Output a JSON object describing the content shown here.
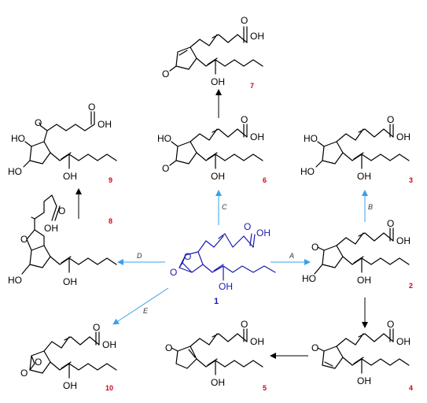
{
  "atoms": {
    "oh": "OH",
    "ho": "HO",
    "o": "O"
  },
  "compounds": [
    {
      "id": "c1",
      "label": "1"
    },
    {
      "id": "c2",
      "label": "2"
    },
    {
      "id": "c3",
      "label": "3"
    },
    {
      "id": "c4",
      "label": "4"
    },
    {
      "id": "c5",
      "label": "5"
    },
    {
      "id": "c6",
      "label": "6"
    },
    {
      "id": "c7",
      "label": "7"
    },
    {
      "id": "c8",
      "label": "8"
    },
    {
      "id": "c9",
      "label": "9"
    },
    {
      "id": "c10",
      "label": "10"
    }
  ],
  "routes": {
    "a": "A",
    "b": "B",
    "c": "C",
    "d": "D",
    "e": "E"
  },
  "colors": {
    "central": "#1a1ab0",
    "numbers": "#d0021b",
    "pathway_arrows": "#3aa0e8",
    "reaction_arrows": "#000000"
  }
}
